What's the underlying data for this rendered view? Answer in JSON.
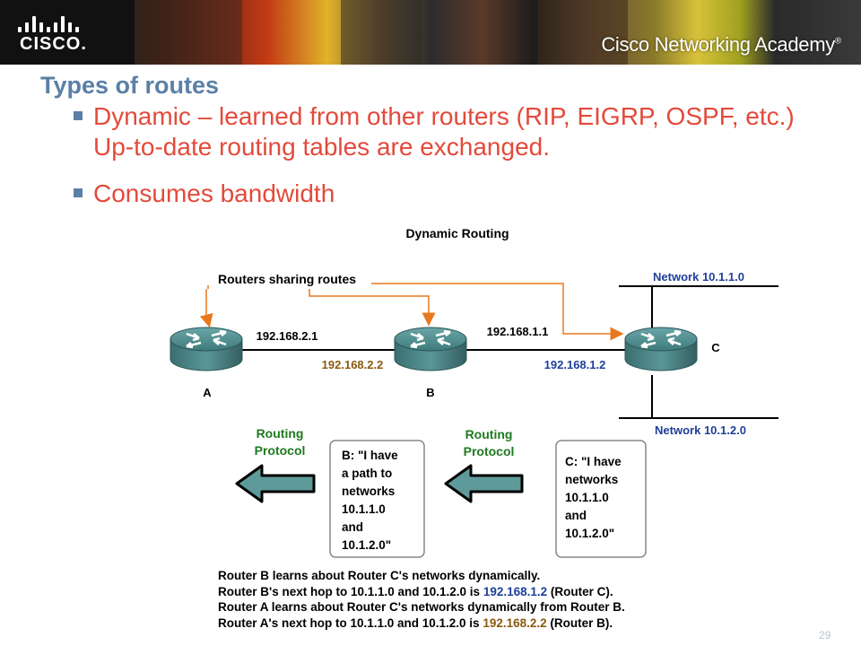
{
  "header": {
    "brand": "CISCO.",
    "academy": "Cisco Networking Academy",
    "academy_tm": "®"
  },
  "slide": {
    "title": "Types of routes",
    "bullets": [
      "Dynamic – learned from other routers (RIP, EIGRP, OSPF, etc.)  Up-to-date routing tables are exchanged.",
      "Consumes bandwidth"
    ],
    "page_number": "29"
  },
  "diagram": {
    "title": "Dynamic Routing",
    "sharing_label": "Routers sharing routes",
    "routers": [
      {
        "name": "A"
      },
      {
        "name": "B"
      },
      {
        "name": "C"
      }
    ],
    "links": {
      "a_b_top": "192.168.2.1",
      "a_b_bottom": "192.168.2.2",
      "b_c_top": "192.168.1.1",
      "b_c_bottom": "192.168.1.2"
    },
    "networks": {
      "top": "Network 10.1.1.0",
      "bottom": "Network 10.1.2.0"
    },
    "routing_protocol_left": [
      "Routing",
      "Protocol"
    ],
    "routing_protocol_right": [
      "Routing",
      "Protocol"
    ],
    "box_b": [
      "B: \"I have",
      "a path to",
      "networks",
      "10.1.1.0",
      "and",
      "10.1.2.0\""
    ],
    "box_c": [
      "C: \"I have",
      "networks",
      "10.1.1.0",
      "and",
      "10.1.2.0\""
    ],
    "colors": {
      "orange": "#e8781e",
      "green": "#1e7a1e",
      "blue": "#1f3f9a",
      "brown": "#8a5a10",
      "router": "#4e8a8c"
    }
  },
  "caption": {
    "line1": "Router B learns about Router C's networks dynamically.",
    "line2_pre": "Router B's next hop to 10.1.1.0 and 10.1.2.0 is ",
    "line2_ip": "192.168.1.2",
    "line2_post": " (Router C).",
    "line3": "Router A learns about Router C's networks dynamically from Router B.",
    "line4_pre": "Router A's next hop to 10.1.1.0 and 10.1.2.0 is ",
    "line4_ip": "192.168.2.2",
    "line4_post": " (Router B)."
  }
}
